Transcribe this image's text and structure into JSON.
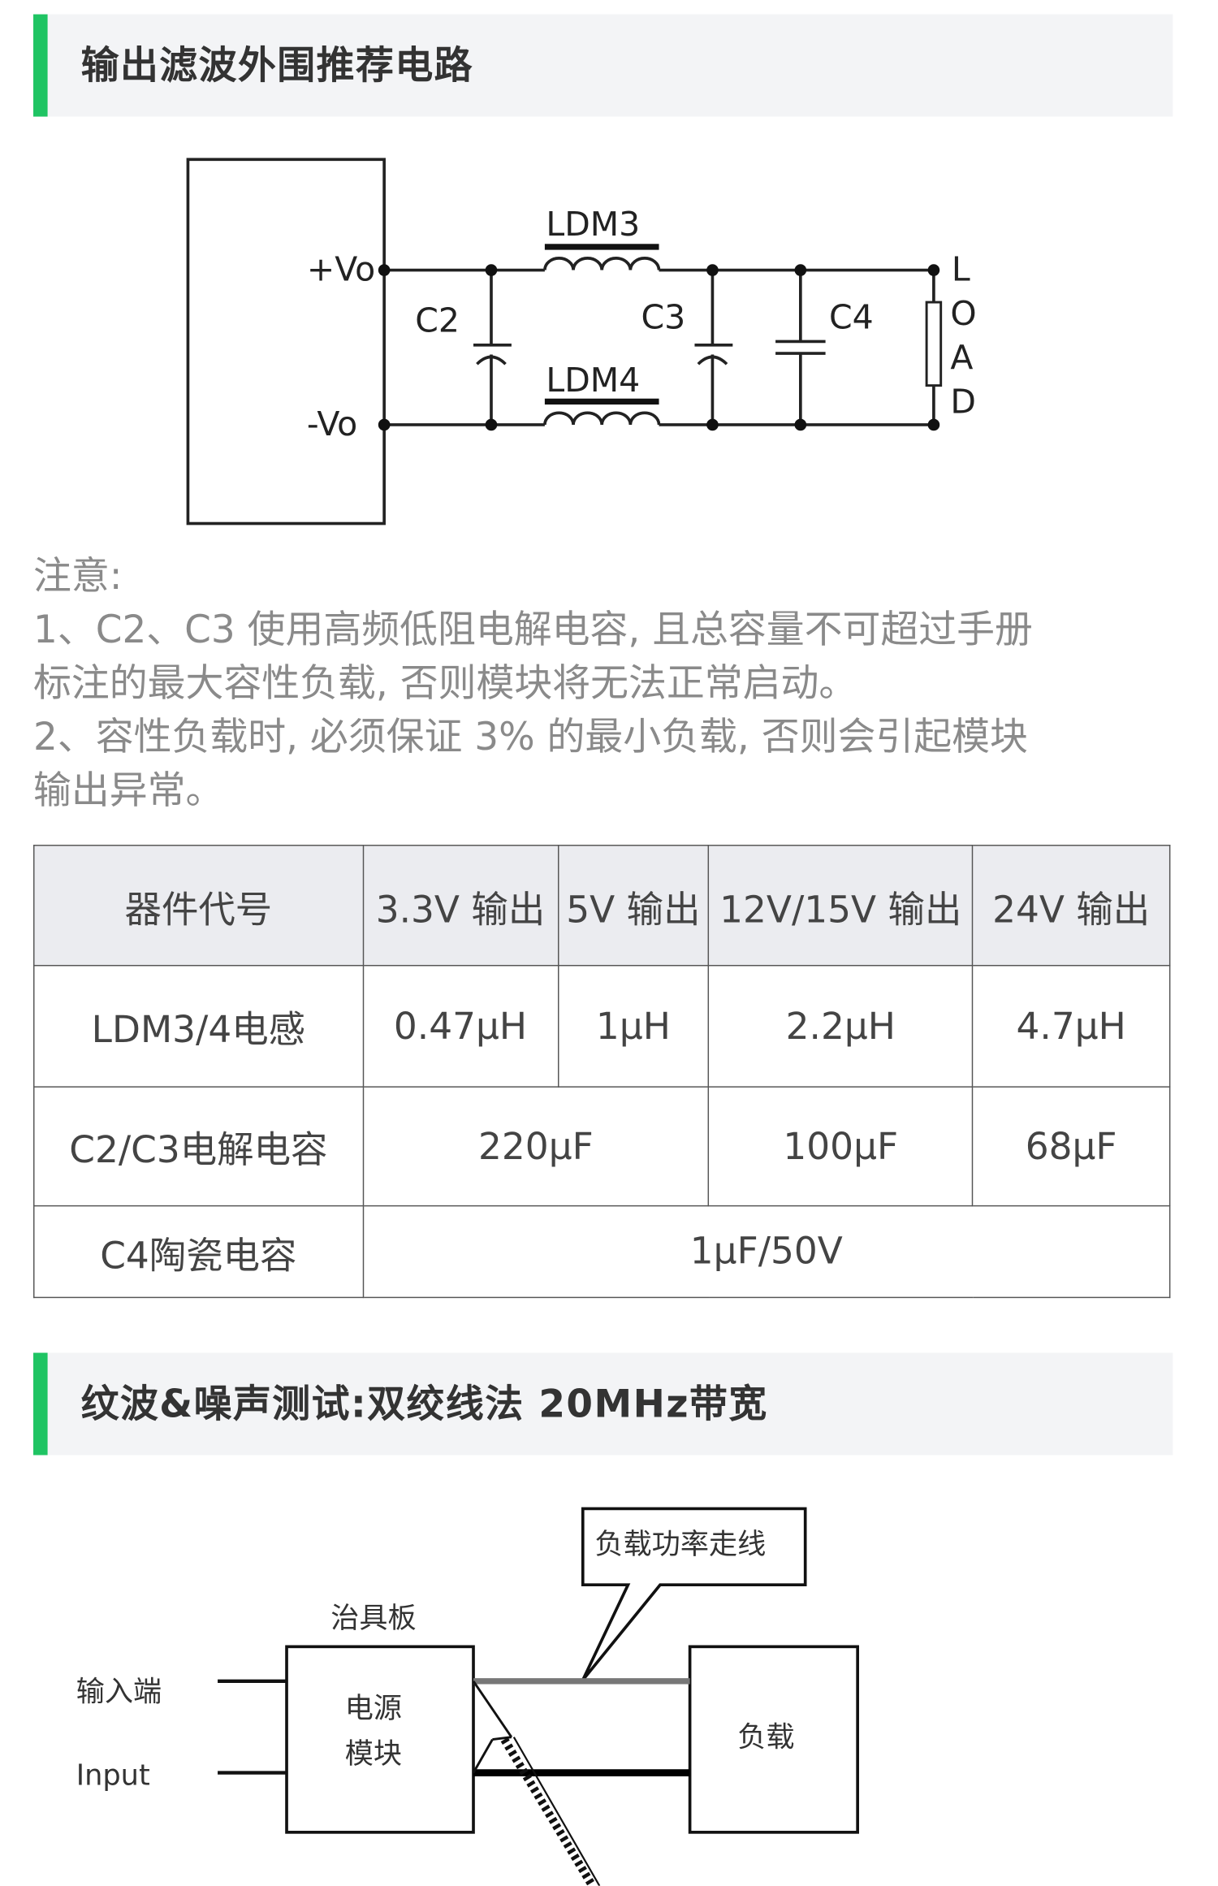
{
  "section1": {
    "title": "输出滤波外围推荐电路"
  },
  "circuit": {
    "plus_vo": "+Vo",
    "minus_vo": "-Vo",
    "ldm3": "LDM3",
    "ldm4": "LDM4",
    "c2": "C2",
    "c3": "C3",
    "c4": "C4",
    "load_letters": [
      "L",
      "O",
      "A",
      "D"
    ]
  },
  "notes": {
    "lines": [
      "注意:",
      "1、C2、C3 使用高频低阻电解电容, 且总容量不可超过手册",
      "标注的最大容性负载, 否则模块将无法正常启动。",
      "2、容性负载时, 必须保证 3% 的最小负载, 否则会引起模块",
      "输出异常。"
    ]
  },
  "table": {
    "headers": [
      "器件代号",
      "3.3V 输出",
      "5V 输出",
      "12V/15V 输出",
      "24V 输出"
    ],
    "rows": [
      {
        "label": "LDM3/4电感",
        "values": [
          "0.47μH",
          "1μH",
          "2.2μH",
          "4.7μH"
        ]
      },
      {
        "label": "C2/C3电解电容",
        "values": [
          "220μF",
          "100μF",
          "68μF"
        ]
      },
      {
        "label": "C4陶瓷电容",
        "values": [
          "1μF/50V"
        ]
      }
    ]
  },
  "section2": {
    "title": "纹波&噪声测试:双绞线法 20MHz带宽"
  },
  "test_diagram": {
    "callout": "负载功率走线",
    "fixture": "治具板",
    "input_cn": "输入端",
    "input_en": "Input",
    "module_line1": "电源",
    "module_line2": "模块",
    "load": "负载"
  }
}
